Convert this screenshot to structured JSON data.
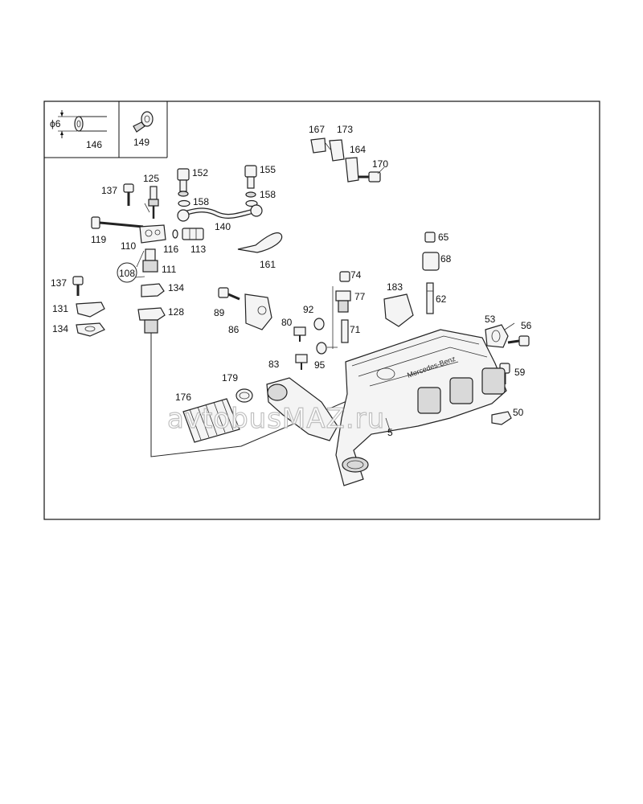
{
  "watermark": "avtobusMAZ.ru",
  "brand_text": "Mercedes-Benz",
  "inset": {
    "diameter": "ϕ6",
    "part_a": "146",
    "part_b": "149"
  },
  "labels": [
    {
      "id": "125",
      "text": "125"
    },
    {
      "id": "152",
      "text": "152"
    },
    {
      "id": "155",
      "text": "155"
    },
    {
      "id": "167",
      "text": "167"
    },
    {
      "id": "173",
      "text": "173"
    },
    {
      "id": "164",
      "text": "164"
    },
    {
      "id": "170",
      "text": "170"
    },
    {
      "id": "137a",
      "text": "137"
    },
    {
      "id": "158a",
      "text": "158"
    },
    {
      "id": "158b",
      "text": "158"
    },
    {
      "id": "140",
      "text": "140"
    },
    {
      "id": "119",
      "text": "119"
    },
    {
      "id": "110",
      "text": "110"
    },
    {
      "id": "116",
      "text": "116"
    },
    {
      "id": "113",
      "text": "113"
    },
    {
      "id": "161",
      "text": "161"
    },
    {
      "id": "108",
      "text": "108"
    },
    {
      "id": "111",
      "text": "111"
    },
    {
      "id": "137b",
      "text": "137"
    },
    {
      "id": "134a",
      "text": "134"
    },
    {
      "id": "65",
      "text": "65"
    },
    {
      "id": "68",
      "text": "68"
    },
    {
      "id": "74",
      "text": "74"
    },
    {
      "id": "183",
      "text": "183"
    },
    {
      "id": "77",
      "text": "77"
    },
    {
      "id": "62",
      "text": "62"
    },
    {
      "id": "89",
      "text": "89"
    },
    {
      "id": "131",
      "text": "131"
    },
    {
      "id": "128",
      "text": "128"
    },
    {
      "id": "92",
      "text": "92"
    },
    {
      "id": "80",
      "text": "80"
    },
    {
      "id": "134b",
      "text": "134"
    },
    {
      "id": "86",
      "text": "86"
    },
    {
      "id": "71",
      "text": "71"
    },
    {
      "id": "53",
      "text": "53"
    },
    {
      "id": "56",
      "text": "56"
    },
    {
      "id": "83",
      "text": "83"
    },
    {
      "id": "95",
      "text": "95"
    },
    {
      "id": "59",
      "text": "59"
    },
    {
      "id": "179",
      "text": "179"
    },
    {
      "id": "176",
      "text": "176"
    },
    {
      "id": "50",
      "text": "50"
    },
    {
      "id": "5",
      "text": "5"
    }
  ]
}
